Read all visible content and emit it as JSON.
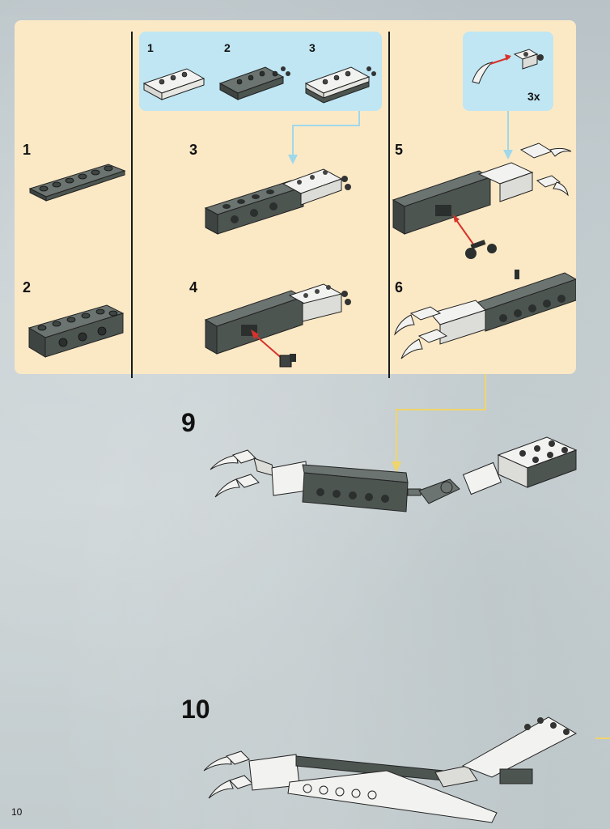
{
  "panel": {
    "substeps": {
      "s1": "1",
      "s2": "2",
      "s3": "3",
      "s4": "4",
      "s5": "5",
      "s6": "6"
    },
    "callout_left": {
      "n1": "1",
      "n2": "2",
      "n3": "3"
    },
    "callout_right": {
      "multiplier": "3x"
    }
  },
  "main_steps": {
    "step9": "9",
    "step10": "10"
  },
  "page_number": "10",
  "colors": {
    "panel_bg": "#fbe9c6",
    "callout_bg": "#bfe6f2",
    "dark_brick": "#4d5551",
    "light_brick": "#f2f2f0",
    "arrow_red": "#d8322b",
    "connector_line": "#f0d56a"
  }
}
